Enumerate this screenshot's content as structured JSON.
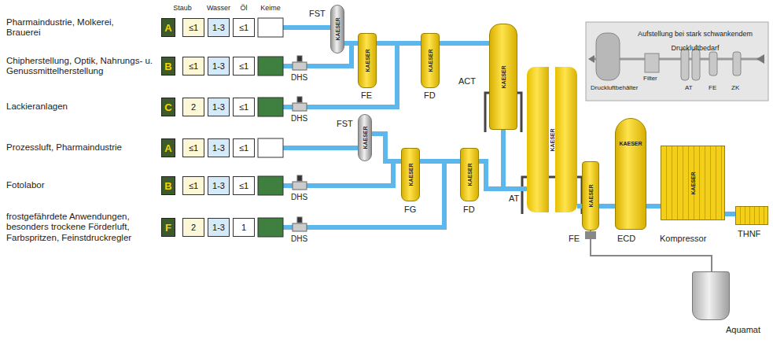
{
  "diagram": {
    "nodes": [
      {
        "text": [
          "A"
        ]
      },
      {
        "text": [
          "≤1"
        ]
      },
      {
        "text": [
          "1-3"
        ]
      },
      {
        "text": [
          "≤1"
        ]
      },
      {
        "text": [
          "B"
        ]
      },
      {
        "text": [
          "≤1"
        ]
      },
      {
        "text": [
          "1-3"
        ]
      },
      {
        "text": [
          "≤1"
        ]
      },
      {
        "text": [
          "C"
        ]
      },
      {
        "text": [
          "2"
        ]
      },
      {
        "text": [
          "1-3"
        ]
      },
      {
        "text": [
          "≤1"
        ]
      },
      {
        "text": [
          "A"
        ]
      },
      {
        "text": [
          "≤1"
        ]
      },
      {
        "text": [
          "1-3"
        ]
      },
      {
        "text": [
          "≤1"
        ]
      },
      {
        "text": [
          "B"
        ]
      },
      {
        "text": [
          "≤1"
        ]
      },
      {
        "text": [
          "1-3"
        ]
      },
      {
        "text": [
          "≤1"
        ]
      },
      {
        "text": [
          "F"
        ]
      },
      {
        "text": [
          "2"
        ]
      },
      {
        "text": [
          "1-3"
        ]
      },
      {
        "text": [
          "1"
        ]
      },
      {
        "text": [
          "FST",
          "KAESER"
        ]
      },
      {
        "text": [
          "FE",
          "KAESER"
        ]
      },
      {
        "text": [
          "FD",
          "KAESER"
        ]
      },
      {
        "text": [
          "ACT",
          "KAESER"
        ]
      },
      {
        "text": [
          "FST",
          "KAESER"
        ]
      },
      {
        "text": [
          "FG",
          "KAESER"
        ]
      },
      {
        "text": [
          "FD",
          "KAESER"
        ]
      },
      {
        "text": [
          "AT",
          "KAESER"
        ]
      },
      {
        "text": [
          "FE",
          "KAESER"
        ]
      },
      {
        "text": [
          "ECD",
          "KAESER"
        ]
      },
      {
        "text": [
          "Kompressor",
          "KAESER"
        ]
      },
      {
        "text": [
          "THNF"
        ]
      },
      {
        "text": [
          "Aquamat"
        ]
      },
      {
        "text": [
          "Aufstellung bei stark schwankendem Druckluftbedarf"
        ]
      }
    ],
    "edges": [
      {
        "from": 35,
        "to": 34,
        "arrow": "none"
      },
      {
        "from": 34,
        "to": 33,
        "arrow": "none"
      },
      {
        "from": 33,
        "to": 32,
        "arrow": "none"
      },
      {
        "from": 32,
        "to": 31,
        "arrow": "none"
      },
      {
        "from": 31,
        "to": 30,
        "arrow": "none"
      },
      {
        "from": 30,
        "to": 29,
        "arrow": "none"
      },
      {
        "from": 29,
        "to": 28,
        "arrow": "none"
      },
      {
        "from": 31,
        "to": 27,
        "arrow": "none"
      },
      {
        "from": 27,
        "to": 26,
        "arrow": "none"
      },
      {
        "from": 26,
        "to": 25,
        "arrow": "none"
      },
      {
        "from": 25,
        "to": 24,
        "arrow": "none"
      },
      {
        "from": 32,
        "to": 36,
        "arrow": "none"
      }
    ],
    "labels": [
      "Pharmaindustrie, Molkerei, Brauerei",
      "Chipherstellung, Optik, Nahrungs- u. Genussmittelherstellung",
      "Lackieranlagen",
      "Prozessluft, Pharmaindustrie",
      "Fotolabor",
      "frostgefährdete Anwendungen, besonders trockene Förderluft, Farbspritzen, Feinstdruckregler",
      "Staub",
      "Wasser",
      "Öl",
      "Keime",
      "DHS",
      "DHS",
      "DHS",
      "DHS",
      "Druckluftbehälter",
      "Filter",
      "AT",
      "FE",
      "ZK"
    ]
  }
}
